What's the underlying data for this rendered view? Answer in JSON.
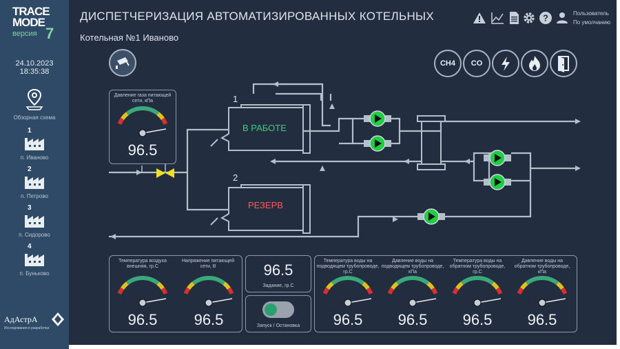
{
  "brand": {
    "line1": "TRACE",
    "line2": "MODE",
    "version_label": "версия",
    "version_num": "7"
  },
  "datetime": {
    "date": "24.10.2023",
    "time": "18:35:38"
  },
  "sidebar": {
    "overview_label": "Обзорная схема",
    "items": [
      {
        "num": "1",
        "label": "п. Иваново"
      },
      {
        "num": "2",
        "label": "п. Петрово"
      },
      {
        "num": "3",
        "label": "п. Сидорово"
      },
      {
        "num": "4",
        "label": "п. Буньково"
      }
    ]
  },
  "vendor": {
    "name": "АдАстрА",
    "tagline": "Исследования и разработки"
  },
  "header": {
    "title": "ДИСПЕТЧЕРИЗАЦИЯ АВТОМАТИЗИРОВАННЫХ КОТЕЛЬНЫХ",
    "subtitle": "Котельная №1 Иваново",
    "user_line1": "Пользователь",
    "user_line2": "По умолчанию"
  },
  "toolbar_icons": [
    "warning-icon",
    "trend-icon",
    "report-icon",
    "gear-icon",
    "help-icon",
    "user-icon"
  ],
  "sensor_buttons": [
    "CH4",
    "CO"
  ],
  "colors": {
    "accent_green": "#22cc44",
    "running_text": "#3ad07a",
    "reserve_text": "#ff5a5a",
    "valve": "#f0e020",
    "gauge_green": "#3aa87a",
    "gauge_yellow": "#e0c020",
    "gauge_red": "#d83030"
  },
  "scheme": {
    "boiler1": {
      "num": "1",
      "state": "В РАБОТЕ"
    },
    "boiler2": {
      "num": "2",
      "state": "РЕЗЕРВ"
    },
    "gas_gauge": {
      "label": "Давление газа питающей сети, кПа",
      "value": "96.5"
    }
  },
  "bottom": {
    "g1": {
      "label": "Температура воздуха внешняя, гр.С",
      "value": "96.5"
    },
    "g2": {
      "label": "Напряжение питающей сети, В",
      "value": "96.5"
    },
    "setpoint": {
      "value": "96.5",
      "label": "Задание, гр.С"
    },
    "switch": {
      "label": "Запуск / Остановка"
    },
    "g3": {
      "label": "Температура воды на подводящем трубопроводе, гр.С",
      "value": "96.5"
    },
    "g4": {
      "label": "Давление воды на подводящем трубопроводе, кПа",
      "value": "96.5"
    },
    "g5": {
      "label": "Температура воды на обратном трубопроводе, гр.С",
      "value": "96.5"
    },
    "g6": {
      "label": "Давление воды на обратном трубопроводе, кПа",
      "value": "96.5"
    }
  }
}
